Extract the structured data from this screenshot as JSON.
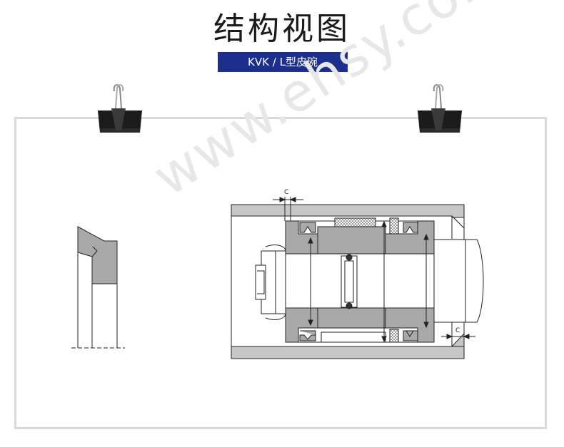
{
  "header": {
    "title": "结构视图",
    "subtitle": "KVK / L型皮碗"
  },
  "watermark": {
    "text": "www.ehsy.com"
  },
  "diagram": {
    "dimension_label_top": "C",
    "dimension_label_bottom": "C",
    "colors": {
      "seal_fill": "#a9a9a9",
      "cylinder_fill": "#c7c7c7",
      "piston_fill": "#ffffff",
      "outline": "#222222",
      "frame_border": "#d9d9d9",
      "accent_blue": "#1c2f8c"
    },
    "icons": [
      "binder-clip-icon",
      "binder-clip-icon"
    ]
  }
}
